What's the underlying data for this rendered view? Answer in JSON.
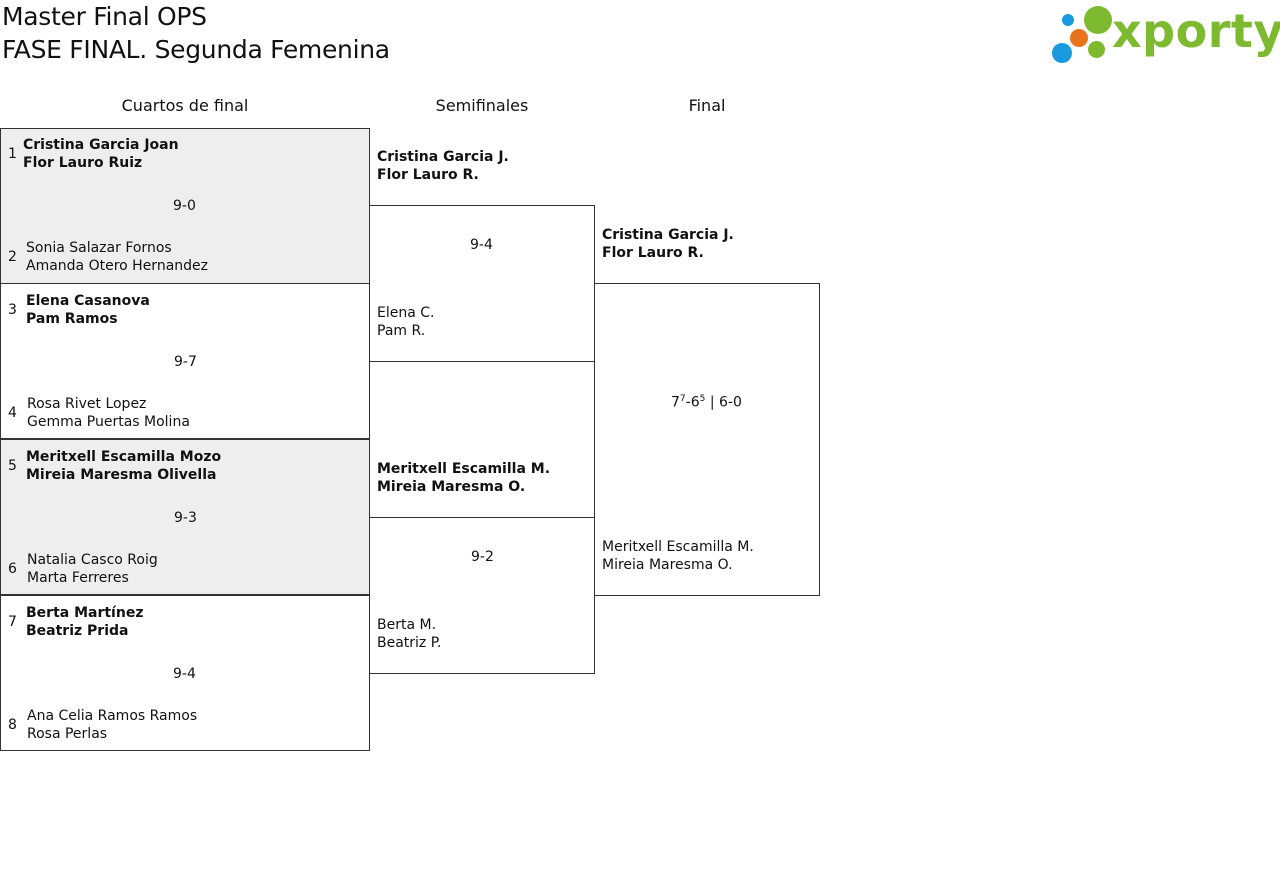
{
  "header": {
    "title": "Master Final OPS",
    "subtitle": "FASE FINAL. Segunda Femenina",
    "logo_text": "xporty"
  },
  "colors": {
    "shaded_box": "#eeeeee",
    "logo_green": "#7dba2f",
    "logo_blue": "#1a9be0",
    "logo_orange": "#e8731c"
  },
  "rounds": {
    "quarterfinals": "Cuartos de final",
    "semifinals": "Semifinales",
    "final": "Final"
  },
  "quarterfinals": [
    {
      "seed_a": "1",
      "player_a1": "Cristina Garcia Joan",
      "player_a2": "Flor Lauro Ruiz",
      "score": "9-0",
      "seed_b": "2",
      "player_b1": "Sonia Salazar Fornos",
      "player_b2": "Amanda Otero Hernandez",
      "winner": "a"
    },
    {
      "seed_a": "3",
      "player_a1": "Elena Casanova",
      "player_a2": "Pam Ramos",
      "score": "9-7",
      "seed_b": "4",
      "player_b1": "Rosa Rivet Lopez",
      "player_b2": "Gemma Puertas Molina",
      "winner": "a"
    },
    {
      "seed_a": "5",
      "player_a1": "Meritxell Escamilla Mozo",
      "player_a2": "Mireia Maresma Olivella",
      "score": "9-3",
      "seed_b": "6",
      "player_b1": "Natalia Casco Roig",
      "player_b2": "Marta Ferreres",
      "winner": "a"
    },
    {
      "seed_a": "7",
      "player_a1": "Berta Martínez",
      "player_a2": "Beatriz Prida",
      "score": "9-4",
      "seed_b": "8",
      "player_b1": "Ana Celia Ramos Ramos",
      "player_b2": "Rosa Perlas",
      "winner": "a"
    }
  ],
  "semifinals": [
    {
      "player_a1": "Cristina Garcia J.",
      "player_a2": "Flor Lauro R.",
      "score": "9-4",
      "player_b1": "Elena C.",
      "player_b2": "Pam R.",
      "winner": "a"
    },
    {
      "player_a1": "Meritxell Escamilla M.",
      "player_a2": "Mireia Maresma O.",
      "score": "9-2",
      "player_b1": "Berta M.",
      "player_b2": "Beatriz P.",
      "winner": "a"
    }
  ],
  "final": {
    "player_a1": "Cristina Garcia J.",
    "player_a2": "Flor Lauro R.",
    "player_b1": "Meritxell Escamilla M.",
    "player_b2": "Mireia Maresma O.",
    "score_set1_a": "7",
    "score_set1_a_tb": "7",
    "score_set1_sep": "-",
    "score_set1_b": "6",
    "score_set1_b_tb": "5",
    "score_rest": " | 6-0",
    "winner": "a"
  }
}
